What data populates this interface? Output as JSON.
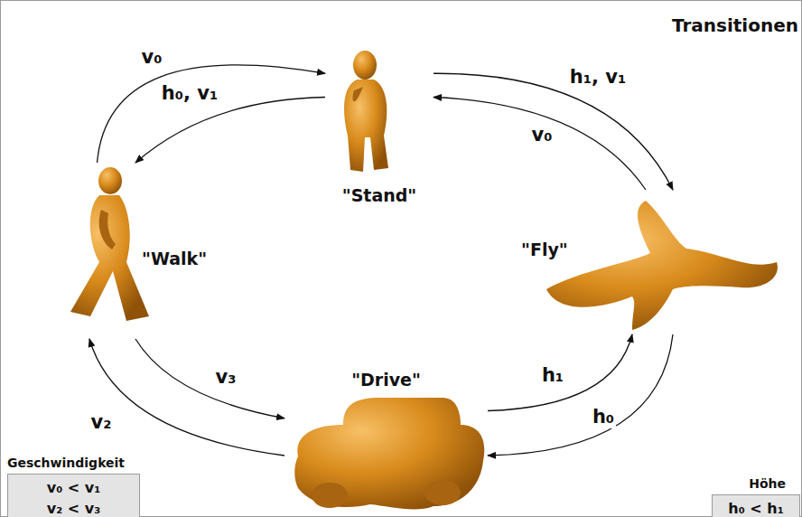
{
  "diagram": {
    "title": "Transitionen",
    "nodes": [
      {
        "text": [
          "\"Stand\""
        ]
      },
      {
        "text": [
          "\"Walk\""
        ]
      },
      {
        "text": [
          "\"Fly\""
        ]
      },
      {
        "text": [
          "\"Drive\""
        ]
      },
      {
        "text": [
          "Geschwindigkeit",
          "v₀ < v₁",
          "v₂ < v₃"
        ]
      },
      {
        "text": [
          "Höhe",
          "h₀ < h₁"
        ]
      }
    ],
    "edges": [
      {
        "from": 1,
        "to": 0,
        "label": "v₀",
        "arrow": "to"
      },
      {
        "from": 0,
        "to": 1,
        "label": "h₀, v₁",
        "arrow": "to"
      },
      {
        "from": 0,
        "to": 2,
        "label": "h₁, v₁",
        "arrow": "to"
      },
      {
        "from": 2,
        "to": 0,
        "label": "v₀",
        "arrow": "to"
      },
      {
        "from": 1,
        "to": 3,
        "label": "v₃",
        "arrow": "to"
      },
      {
        "from": 3,
        "to": 1,
        "label": "v₂",
        "arrow": "to"
      },
      {
        "from": 3,
        "to": 2,
        "label": "h₁",
        "arrow": "to"
      },
      {
        "from": 2,
        "to": 3,
        "label": "h₀",
        "arrow": "to"
      }
    ]
  }
}
